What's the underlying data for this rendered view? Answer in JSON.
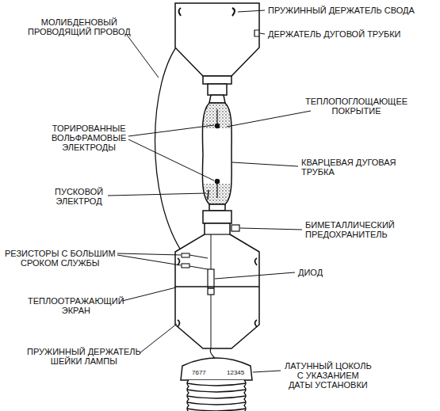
{
  "diagram": {
    "labels": [
      "ПРУЖИННЫЙ ДЕРЖАТЕЛЬ СВОДА",
      "ДЕРЖАТЕЛЬ ДУГОВОЙ ТРУБКИ",
      "МОЛИБДЕНОВЫЙ ПРОВОДЯЩИЙ ПРОВОД",
      "ТЕПЛОПОГЛОЩАЮЩЕЕ ПОКРЫТИЕ",
      "ТОРИРОВАННЫЕ ВОЛЬФРАМОВЫЕ ЭЛЕКТРОДЫ",
      "КВАРЦЕВАЯ ДУГОВАЯ ТРУБКА",
      "ПУСКОВОЙ ЭЛЕКТРОД",
      "БИМЕТАЛЛИЧЕСКИЙ ПРЕДОХРАНИТЕЛЬ",
      "РЕЗИСТОРЫ С БОЛЬШИМ СРОКОМ СЛУЖБЫ",
      "ДИОД",
      "ТЕПЛООТРАЖАЮЩИЙ ЭКРАН",
      "ПРУЖИННЫЙ ДЕРЖАТЕЛЬ ШЕЙКИ ЛАМПЫ",
      "ЛАТУННЫЙ ЦОКОЛЬ С УКАЗАНИЕМ ДАТЫ УСТАНОВКИ",
      "7677",
      "12345"
    ]
  }
}
